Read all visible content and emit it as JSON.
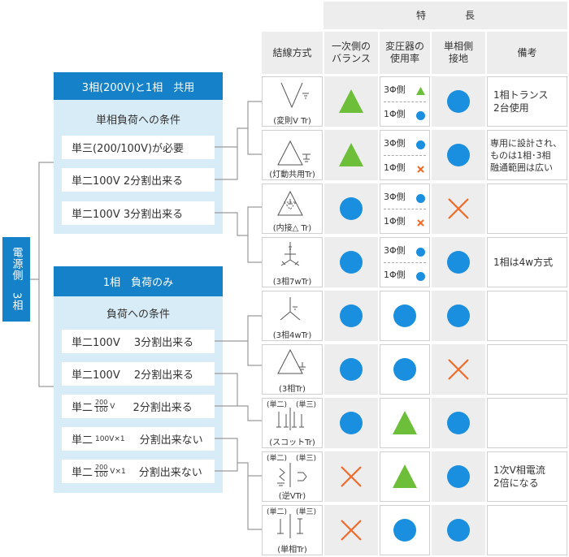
{
  "source_label": "電源側　3相",
  "header": {
    "features_title": "特　　　　長",
    "columns": [
      "結線方式",
      "一次側の\nバランス",
      "変圧器の\n使用率",
      "単相側\n接地",
      "備考"
    ]
  },
  "groups": [
    {
      "title": "3相(200V)と1相　共用",
      "subtitle": "単相負荷への条件",
      "conditions": [
        "単三(200/100V)が必要",
        "単二100V 2分割出来る",
        "単二100V 3分割出来る"
      ]
    },
    {
      "title": "1相　負荷のみ",
      "subtitle": "負荷への条件",
      "conditions": [
        "単二100V　 3分割出来る",
        "単二100V　 2分割出来る",
        "2分割出来る",
        "分割出来ない",
        "分割出来ない"
      ],
      "prefixes": [
        "単二",
        "単二",
        "単二",
        "単二"
      ],
      "fraction": {
        "num": "200",
        "den": "100"
      },
      "suffix_v": "V",
      "suffix_vx1": "V×1",
      "plain_vx1": "100V×1"
    }
  ],
  "rows": [
    {
      "symbol": "(変則V Tr)",
      "balance": "triangle",
      "usage": [
        {
          "label": "3Φ側",
          "mark": "triangle"
        },
        {
          "label": "1Φ側",
          "mark": "circle"
        }
      ],
      "ground": "circle",
      "note": "1相トランス\n2台使用"
    },
    {
      "symbol": "(灯動共用Tr)",
      "balance": "triangle",
      "usage": [
        {
          "label": "3Φ側",
          "mark": "circle"
        },
        {
          "label": "1Φ側",
          "mark": "cross"
        }
      ],
      "ground": "circle",
      "note": "専用に設計され、\nものは1相･3相\n融通範囲は広い"
    },
    {
      "symbol": "(内接△ Tr)",
      "balance": "circle",
      "usage": [
        {
          "label": "3Φ側",
          "mark": "circle"
        },
        {
          "label": "1Φ側",
          "mark": "cross"
        }
      ],
      "ground": "cross",
      "note": ""
    },
    {
      "symbol": "(3相7wTr)",
      "balance": "circle",
      "usage": [
        {
          "label": "3Φ側",
          "mark": "circle"
        },
        {
          "label": "1Φ側",
          "mark": "circle"
        }
      ],
      "ground": "circle",
      "note": "1相は4w方式"
    },
    {
      "symbol": "(3相4wTr)",
      "balance": "circle",
      "usage": [
        {
          "label": "",
          "mark": "circle"
        }
      ],
      "ground": "circle",
      "note": ""
    },
    {
      "symbol": "(3相Tr)",
      "balance": "circle",
      "usage": [
        {
          "label": "",
          "mark": "circle"
        }
      ],
      "ground": "cross",
      "note": ""
    },
    {
      "symbol": "(スコットTr)",
      "balance": "circle",
      "usage": [
        {
          "label": "",
          "mark": "triangle"
        }
      ],
      "ground": "circle",
      "note": "",
      "sub_labels": [
        "(単二)",
        "(単三)"
      ]
    },
    {
      "symbol": "(逆VTr)",
      "balance": "cross",
      "usage": [
        {
          "label": "",
          "mark": "triangle"
        }
      ],
      "ground": "circle",
      "note": "1次V相電流\n2倍になる",
      "sub_labels": [
        "(単二)",
        "(単三)"
      ]
    },
    {
      "symbol": "(単相Tr)",
      "balance": "cross",
      "usage": [
        {
          "label": "",
          "mark": "circle"
        }
      ],
      "ground": "circle",
      "note": "",
      "sub_labels": [
        "(単二)",
        "(単三)"
      ]
    }
  ],
  "colors": {
    "blue": "#1581c9",
    "panel": "#d8ecf7",
    "circle": "#1a8fe0",
    "triangle": "#6dbf3a",
    "cross": "#f06b2a",
    "grey": "#ededed",
    "line": "#9a9a9a"
  }
}
